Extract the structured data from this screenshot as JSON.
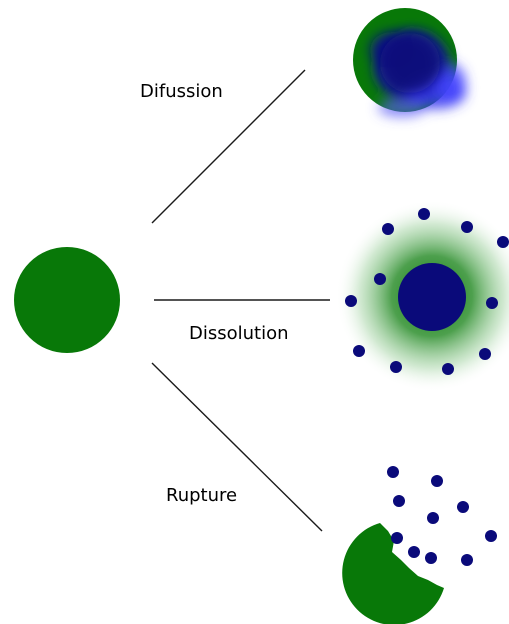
{
  "labels": {
    "diffusion": "Difussion",
    "dissolution": "Dissolution",
    "rupture": "Rupture"
  },
  "colors": {
    "capsule_green": "#087808",
    "core_navy": "#0a0a7a",
    "diffusion_blue": "#2a2ad6",
    "line": "#1a1a1a",
    "background": "#ffffff"
  }
}
